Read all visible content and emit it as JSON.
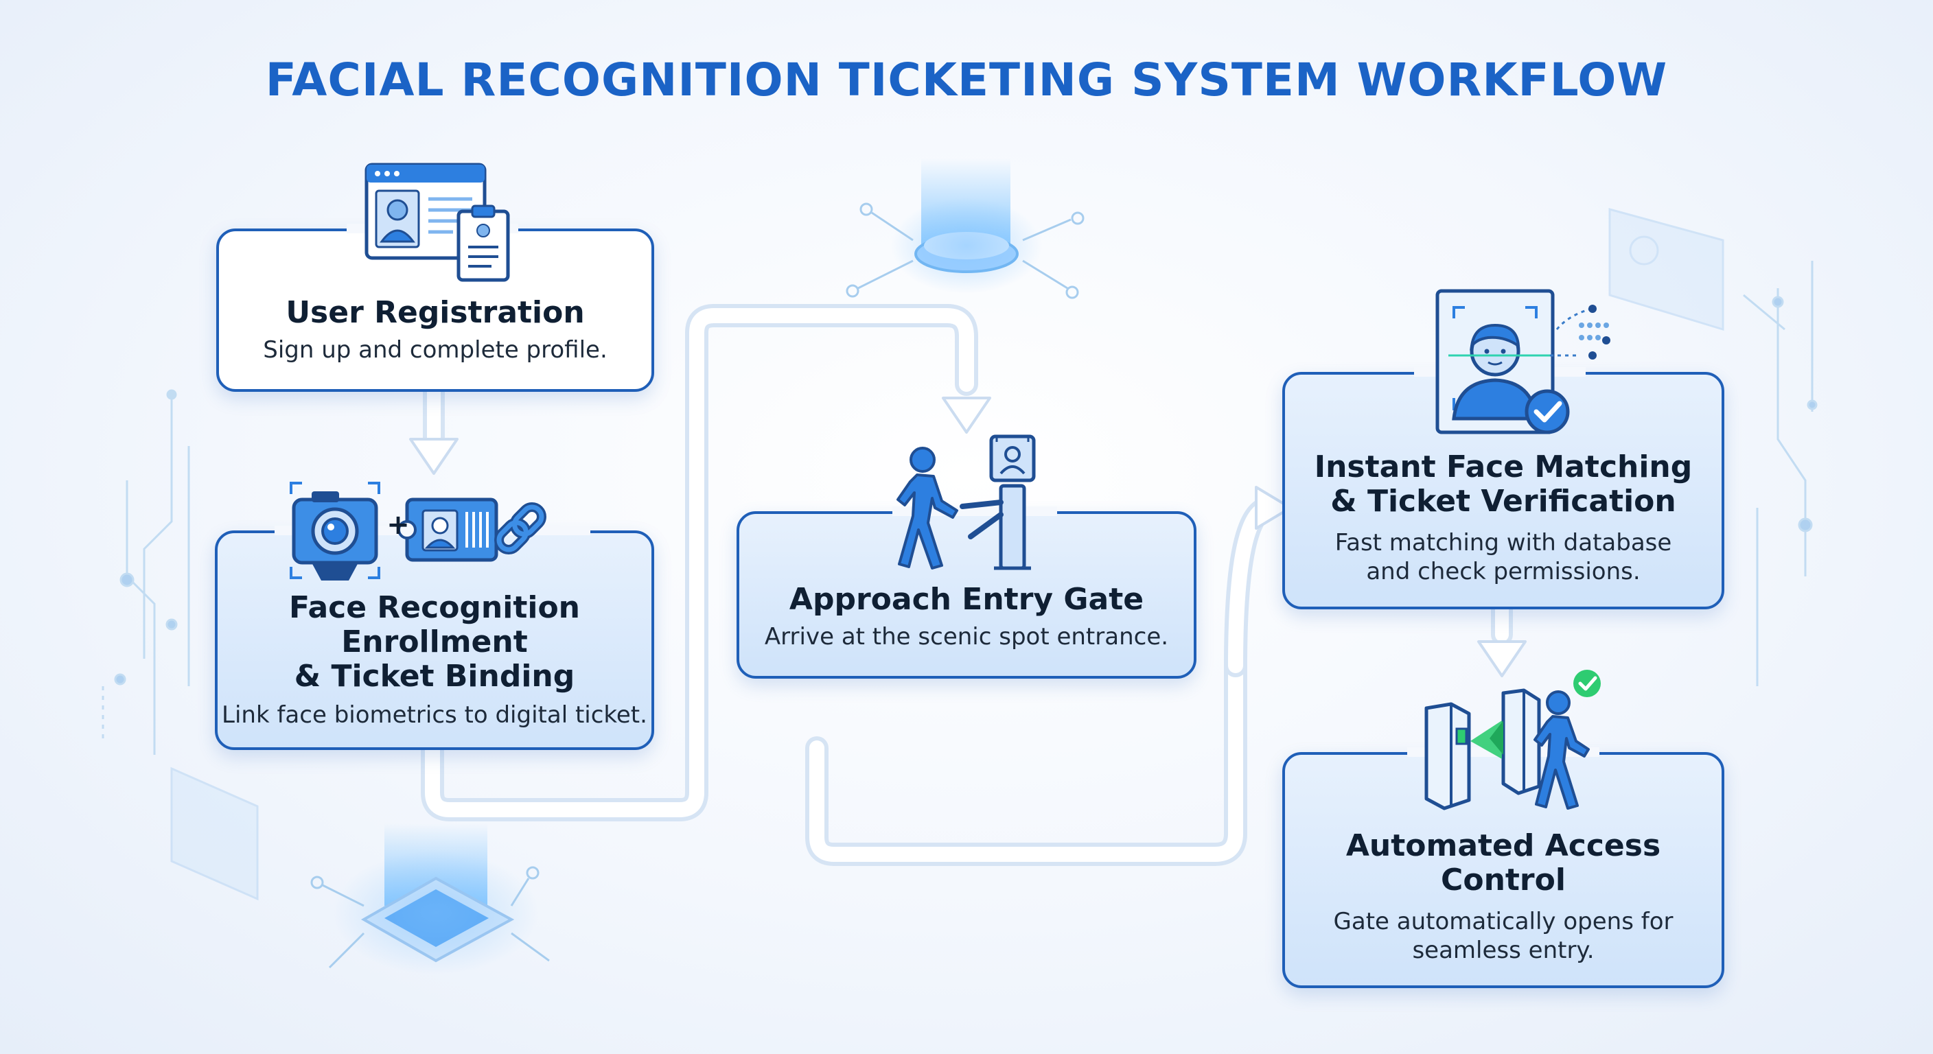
{
  "title": "FACIAL RECOGNITION TICKETING SYSTEM WORKFLOW",
  "steps": [
    {
      "title": "User Registration",
      "description": "Sign up and complete profile.",
      "icon": "profile-window-clipboard-icon"
    },
    {
      "title_lines": [
        "Face Recognition",
        "Enrollment",
        "& Ticket Binding"
      ],
      "description": "Link face biometrics to digital ticket.",
      "icon": "camera-plus-ticket-link-icon",
      "plus": "+"
    },
    {
      "title": "Approach Entry Gate",
      "description": "Arrive at the scenic spot entrance.",
      "icon": "person-walking-turnstile-icon"
    },
    {
      "title_lines": [
        "Instant Face Matching",
        "& Ticket Verification"
      ],
      "description_lines": [
        "Fast matching with database",
        "and check permissions."
      ],
      "icon": "face-scan-check-icon"
    },
    {
      "title_lines": [
        "Automated Access",
        "Control"
      ],
      "description_lines": [
        "Gate automatically opens for",
        "seamless entry."
      ],
      "icon": "gate-open-person-icon"
    }
  ],
  "colors": {
    "accent": "#1b63c6",
    "border": "#1f5fb8",
    "box_fill": "#d6e7fb",
    "text": "#0f1f33",
    "check": "#2ecc71"
  }
}
